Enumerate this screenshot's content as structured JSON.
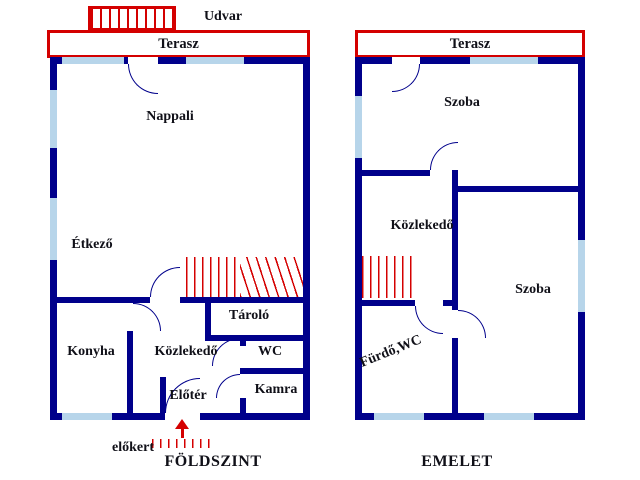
{
  "palette": {
    "wall_color": "#00008b",
    "window_color": "#b7d5ea",
    "accent_red": "#d40000",
    "text_color": "#101018"
  },
  "ground_floor": {
    "title": "FÖLDSZINT",
    "udvar_label": "Udvar",
    "terasz_label": "Terasz",
    "elokert_label": "előkert",
    "rooms": {
      "nappali": "Nappali",
      "etkezo": "Étkező",
      "tarolo": "Tároló",
      "konyha": "Konyha",
      "kozlekedo": "Közlekedő",
      "wc": "WC",
      "kamra": "Kamra",
      "eloter": "Előtér"
    }
  },
  "upper_floor": {
    "title": "EMELET",
    "terasz_label": "Terasz",
    "rooms": {
      "szoba_front": "Szoba",
      "kozlekedo": "Közlekedő",
      "szoba_back": "Szoba",
      "furdo_wc": "Fürdő,WC"
    }
  }
}
